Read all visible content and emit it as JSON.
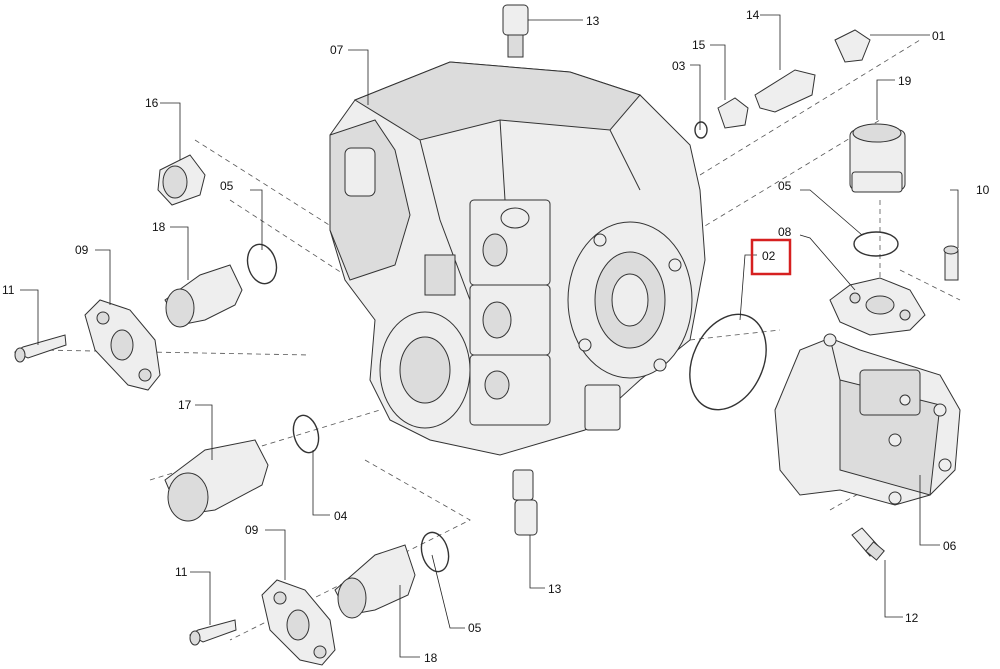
{
  "labels": {
    "l01": "01",
    "l02": "02",
    "l03": "03",
    "l04": "04",
    "l05a": "05",
    "l05b": "05",
    "l05c": "05",
    "l06": "06",
    "l07": "07",
    "l08": "08",
    "l09a": "09",
    "l09b": "09",
    "l10": "10",
    "l11a": "11",
    "l11b": "11",
    "l12": "12",
    "l13a": "13",
    "l13b": "13",
    "l14": "14",
    "l15": "15",
    "l16": "16",
    "l17": "17",
    "l18a": "18",
    "l18b": "18",
    "l19": "19"
  },
  "highlight": {
    "label": "02",
    "color": "#d62020"
  }
}
